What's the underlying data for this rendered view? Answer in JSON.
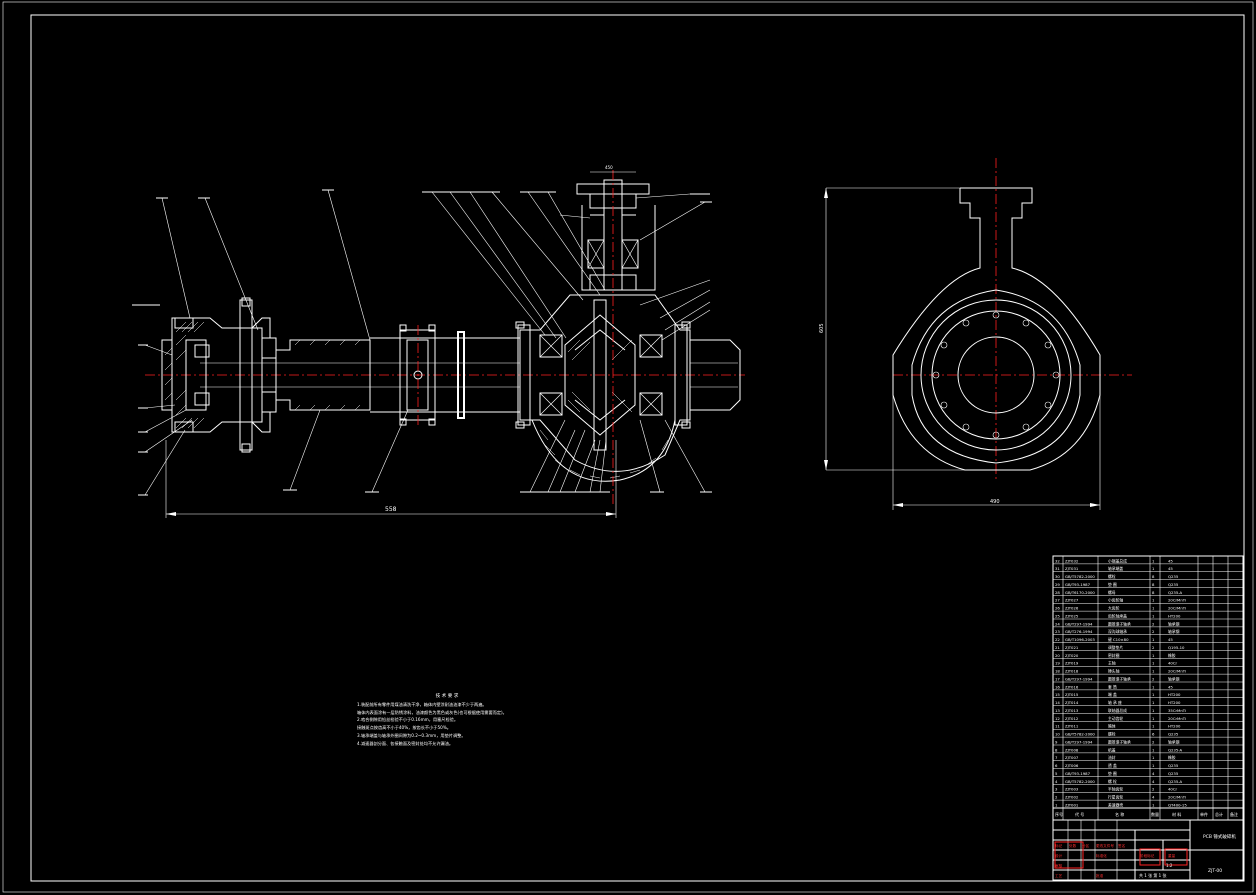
{
  "drawing": {
    "title_cell": "PCB 锤式破碎机",
    "drawing_no": "ZJT-00",
    "dimensions": {
      "overall_length": "558",
      "flange_width": "450",
      "height": "605",
      "width": "490"
    },
    "technical_requirements": {
      "heading": "技 术 要 求",
      "lines": [
        "1.装配前所有零件用煤油清洗干净，箱体内壁涂耐油油漆不少于两遍。",
        "  箱体内表面涂有一层防锈涂料，油漆颜色为黑色或灰色(也可根据使用需要而定)。",
        "2.啮合侧隙用铅丝检验不小于0.16mm，用塞尺检验。",
        "  接触斑点按齿高不小于40%，按齿长不小于50%。",
        "3.轴承端盖与轴承外圈间隙为0.2~0.3mm，用垫片调整。",
        "4.减速器剖分面、各接触面及密封处均不允许漏油。"
      ]
    },
    "bom": {
      "headers": [
        "序号",
        "代 号",
        "名 称",
        "数量",
        "材 料",
        "单件",
        "总计",
        "备注"
      ],
      "rows": [
        [
          "32",
          "ZJT032",
          "小端盖总成",
          "1",
          "45"
        ],
        [
          "31",
          "ZJT031",
          "轴承端盖",
          "1",
          "45"
        ],
        [
          "30",
          "GB/T5782-2000",
          "螺栓",
          "8",
          "Q235"
        ],
        [
          "29",
          "GB/T93-1987",
          "垫 圈",
          "8",
          "Q235"
        ],
        [
          "28",
          "GB/T6170-2000",
          "螺母",
          "8",
          "Q235-A"
        ],
        [
          "27",
          "ZJT027",
          "小齿轮轴",
          "1",
          "20CrMnTi"
        ],
        [
          "26",
          "ZJT026",
          "大齿轮",
          "1",
          "20CrMnTi"
        ],
        [
          "25",
          "ZJT025",
          "齿轮轴承盖",
          "1",
          "HT200"
        ],
        [
          "24",
          "GB/T297-1994",
          "圆锥滚子轴承",
          "2",
          "轴承钢"
        ],
        [
          "23",
          "GB/T276-1994",
          "深沟球轴承",
          "2",
          "轴承钢"
        ],
        [
          "22",
          "GB/T1096-2003",
          "键 C10×80",
          "1",
          "45"
        ],
        [
          "21",
          "ZJT021",
          "调整垫片",
          "2",
          "Q195-10"
        ],
        [
          "20",
          "ZJT020",
          "密封圈",
          "1",
          "橡胶"
        ],
        [
          "19",
          "ZJT019",
          "主轴",
          "1",
          "40Cr"
        ],
        [
          "18",
          "ZJT018",
          "锤头轴",
          "1",
          "20CrMnTi"
        ],
        [
          "17",
          "GB/T297-1994",
          "圆锥滚子轴承",
          "2",
          "轴承钢"
        ],
        [
          "16",
          "ZJT016",
          "套 筒",
          "1",
          "45"
        ],
        [
          "15",
          "ZJT015",
          "端 盖",
          "1",
          "HT200"
        ],
        [
          "14",
          "ZJT014",
          "轴 承 座",
          "1",
          "HT200"
        ],
        [
          "13",
          "ZJT013",
          "联轴器总成",
          "1",
          "35CrMnTi"
        ],
        [
          "12",
          "ZJT012",
          "主动齿轮",
          "1",
          "20CrMnTi"
        ],
        [
          "11",
          "ZJT011",
          "箱体",
          "1",
          "HT200"
        ],
        [
          "10",
          "GB/T5782-2000",
          "螺栓",
          "6",
          "Q235"
        ],
        [
          "9",
          "GB/T297-1994",
          "圆锥滚子轴承",
          "2",
          "轴承钢"
        ],
        [
          "8",
          "ZJT008",
          "机盖",
          "1",
          "Q235-A"
        ],
        [
          "7",
          "ZJT007",
          "油封",
          "1",
          "橡胶"
        ],
        [
          "6",
          "ZJT006",
          "透 盖",
          "1",
          "Q235"
        ],
        [
          "5",
          "GB/T93-1987",
          "垫 圈",
          "4",
          "Q235"
        ],
        [
          "4",
          "GB/T5782-2000",
          "螺 栓",
          "4",
          "Q235-A"
        ],
        [
          "3",
          "ZJT003",
          "半轴齿轮",
          "2",
          "40Cr"
        ],
        [
          "2",
          "ZJT002",
          "行星齿轮",
          "4",
          "20CrMnTi"
        ],
        [
          "1",
          "ZJT001",
          "差速器壳",
          "1",
          "QT400-15"
        ]
      ]
    },
    "title_block": {
      "labels": [
        "标记",
        "处数",
        "分区",
        "更改文件号",
        "签名",
        "年月日",
        "设计",
        "标准化",
        "审核",
        "工艺",
        "批准"
      ],
      "stage_labels": [
        "阶段标记",
        "重量",
        "比例"
      ],
      "scale": "1:2",
      "sheet": "共 1 张  第 1 张"
    }
  }
}
